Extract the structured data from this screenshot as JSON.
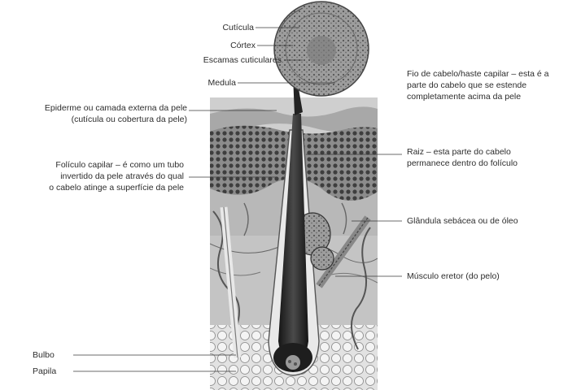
{
  "labels": {
    "cuticula": "Cutícula",
    "cortex": "Córtex",
    "escamas": "Escamas cuticulares",
    "medula": "Medula",
    "epiderme": [
      "Epiderme ou camada externa da pele",
      "(cutícula ou cobertura da pele)"
    ],
    "foliculo": [
      "Folículo capilar – é como um tubo",
      "invertido da pele através do qual",
      "o cabelo atinge a superfície da pele"
    ],
    "bulbo": "Bulbo",
    "papila": "Papila",
    "fio": [
      "Fio de cabelo/haste capilar – esta é a",
      "parte do cabelo que se estende",
      "completamente acima da pele"
    ],
    "raiz": [
      "Raiz – esta parte do cabelo",
      "permanece dentro do folículo"
    ],
    "glandula": "Glândula sebácea ou de óleo",
    "musculo": "Músculo eretor (do pelo)"
  },
  "colors": {
    "ink": "#2b2b2b",
    "line": "#3a3a3a",
    "skin_dark": "#4a4a4a",
    "skin_mid": "#9a9a9a",
    "skin_light": "#d8d8d8",
    "hair": "#2a2a2a"
  }
}
